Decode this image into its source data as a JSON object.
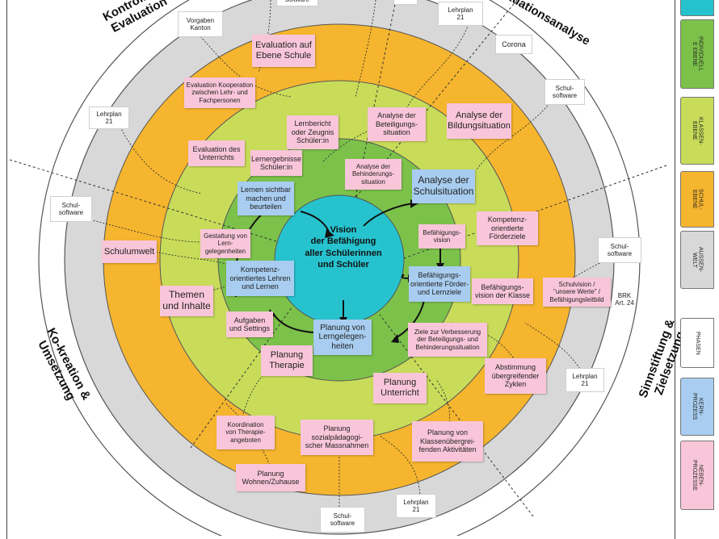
{
  "center": {
    "text": "Vision\nder Befähigung\naller Schülerinnen\nund Schüler"
  },
  "arc_labels": {
    "kontrolle": "Kontrolle &\nEvaluation",
    "situationsanalyse": "Situationsanalyse",
    "kokreation": "Ko-kreation &\nUmsetzung",
    "sinnstiftung": "Sinnstiftung &\nZielsetzung"
  },
  "blue_notes": {
    "lernen_sichtbar": "Lernen sichtbar\nmachen und\nbeurteilen",
    "analyse_schulsituation": "Analyse der\nSchulsituation",
    "kompetenz_lehren": "Kompetenz-\norientiertes Lehren\nund Lernen",
    "befaehigung_foerder": "Befähigungs-\norientierte Förder-\nund Lernziele",
    "planung_lerngelegenheiten": "Planung von\nLerngelegen-\nheiten"
  },
  "pink_notes": {
    "evaluation_schule": "Evaluation auf\nEbene Schule",
    "evaluation_kooperation": "Evaluation Kooperation\nzwischen Lehr- und\nFachpersonen",
    "lernbericht": "Lernbericht\noder Zeugnis\nSchüler:in",
    "evaluation_unterricht": "Evaluation des\nUnterrichts",
    "lernergebnisse": "Lernergebnisse\nSchüler:in",
    "analyse_beteiligung": "Analyse der\nBeteiligungs-\nsituation",
    "analyse_bildung": "Analyse der\nBildungsituation",
    "analyse_behinderung": "Analyse der\nBehinderungs-\nsituation",
    "befaehigungsvision": "Befähigungs-\nvision",
    "kompetenz_foerderziele": "Kompetenz-\norientierte\nFörderziele",
    "schulumwelt": "Schulumwelt",
    "gestaltung": "Gestaltung von\nLern-\ngelegenheiten",
    "themen": "Themen\nund Inhalte",
    "aufgaben": "Aufgaben\nund Settings",
    "planung_therapie": "Planung\nTherapie",
    "befaehigungsvision_klasse": "Befähigungs-\nvision der Klasse",
    "schulvision": "Schulvision /\n\"unsere Werte\" /\nBefähigungsleitbild",
    "ziele_verbesserung": "Ziele zur Verbesserung\nder Beteiligungs- und\nBehinderungssituation",
    "abstimmung": "Abstimmung\nübergreifender\nZyklen",
    "planung_unterricht": "Planung\nUnterricht",
    "koordination": "Koordination\nvon Therapie-\nangeboten",
    "planung_sozial": "Planung\nsozialpädagogi-\nscher Massnahmen",
    "planung_klassen": "Planung von\nKlassenübergrei-\nfenden Aktivitäten",
    "planung_wohnen": "Planung\nWohnen/Zuhause"
  },
  "white_notes": {
    "vorgaben": "Vorgaben\nKanton",
    "lehrplan_top": "Lehrplan\n21",
    "corona": "Corona",
    "schulsoftware_tr": "Schul-\nsoftware",
    "lehrplan_left": "Lehrplan\n21",
    "schulsoftware_left": "Schul-\nsoftware",
    "schulsoftware_right": "Schul-\nsoftware",
    "lehrplan_right": "Lehrplan\n21",
    "lehrplan_bottom": "Lehrplan\n21",
    "schulsoftware_bottom": "Schul-\nsoftware",
    "brk": "BRK\nArt. 24",
    "top_clip1": "software",
    "top_clip2": ""
  },
  "legend": {
    "individuelle": "INDIVIDUELL\nE EBENE",
    "klassen": "KLASSEN-\nEBENE",
    "schul": "SCHUL-\nEBENE",
    "aussen": "AUSSEN-\nWELT",
    "phasen": "PHASEN",
    "kern": "KERN-\nPROZESS",
    "neben": "NEBEN-\nPROZESSE"
  },
  "colors": {
    "outer_grey": "#d8d8d8",
    "orange": "#f6b52e",
    "light_green": "#c8dc5a",
    "green": "#7cc24a",
    "teal": "#26c3cf",
    "pink": "#f9c6d9",
    "blue": "#a8cdf0"
  }
}
